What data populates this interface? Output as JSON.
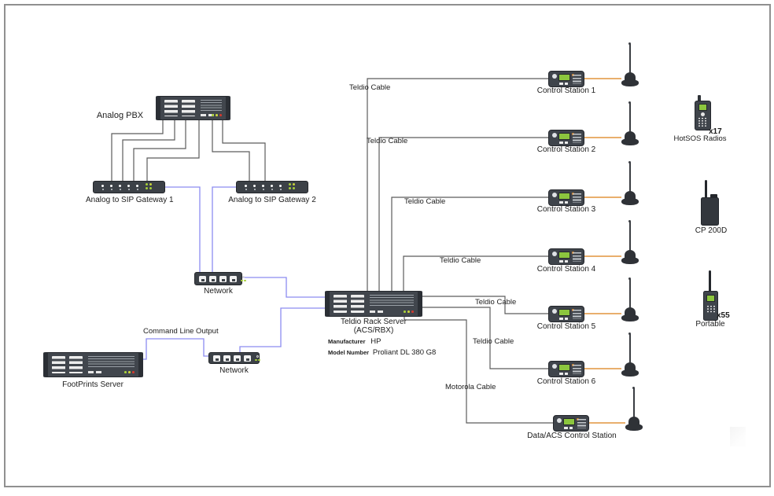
{
  "diagram": {
    "pbx_label": "Analog PBX",
    "gateway1_label": "Analog to SIP Gateway 1",
    "gateway2_label": "Analog to SIP Gateway 2",
    "network_top_label": "Network",
    "network_bottom_label": "Network",
    "footprints_label": "FootPrints Server",
    "server": {
      "name_line1": "Teldio Rack Server",
      "name_line2": "(ACS/RBX)",
      "manufacturer_label": "Manufacturer",
      "manufacturer_value": "HP",
      "model_label": "Model Number",
      "model_value": "Proliant DL 380 G8"
    },
    "stations": [
      {
        "label": "Control Station 1"
      },
      {
        "label": "Control Station 2"
      },
      {
        "label": "Control Station 3"
      },
      {
        "label": "Control Station 4"
      },
      {
        "label": "Control Station 5"
      },
      {
        "label": "Control Station 6"
      },
      {
        "label": "Data/ACS Control Station"
      }
    ],
    "cable_labels": {
      "teldio1": "Teldio Cable",
      "teldio2": "Teldio Cable",
      "teldio3": "Teldio Cable",
      "teldio4": "Teldio Cable",
      "teldio5": "Teldio Cable",
      "teldio6": "Teldio Cable",
      "motorola": "Motorola Cable",
      "command": "Command Line Output"
    },
    "endpoints": {
      "hotsos": {
        "count": "x17",
        "label": "HotSOS Radios"
      },
      "cp200d": {
        "label": "CP 200D"
      },
      "portable": {
        "count": "x55",
        "label": "Portable"
      }
    },
    "colors": {
      "device_dark": "#3f444b",
      "screen_green": "#8cc63e",
      "cable_orange": "#e9af6d",
      "cable_blue": "#8c8cf0",
      "cable_gray": "#5c5c5c",
      "led_green": "#a6ce39",
      "led_red": "#d03a2f",
      "frame_gray": "#909090"
    }
  }
}
